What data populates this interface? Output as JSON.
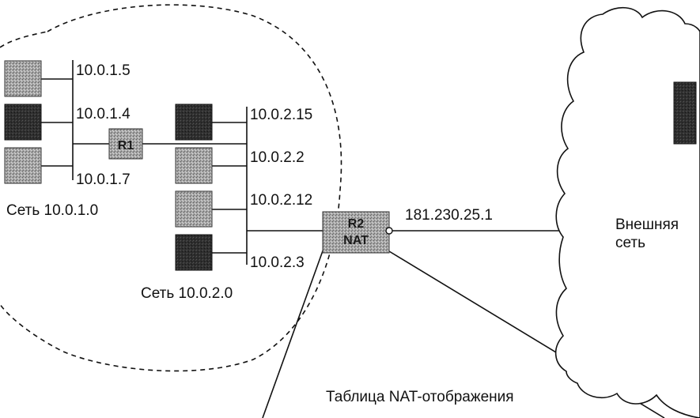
{
  "hosts_net1": [
    "10.0.1.5",
    "10.0.1.4",
    "10.0.1.7"
  ],
  "net1_label": "Сеть 10.0.1.0",
  "router1_label": "R1",
  "hosts_net2": [
    "10.0.2.15",
    "10.0.2.2",
    "10.0.2.12",
    "10.0.2.3"
  ],
  "net2_label": "Сеть 10.0.2.0",
  "router2_label_line1": "R2",
  "router2_label_line2": "NAT",
  "external_ip": "181.230.25.1",
  "external_net_line1": "Внешняя",
  "external_net_line2": "сеть",
  "nat_table_caption": "Таблица NAT-отображения",
  "colors": {
    "line": "#111111",
    "host_light": "#9a9a9a",
    "host_dark": "#2b2b2b",
    "router": "#a8a8a8",
    "remote_host": "#1f1f1f"
  }
}
